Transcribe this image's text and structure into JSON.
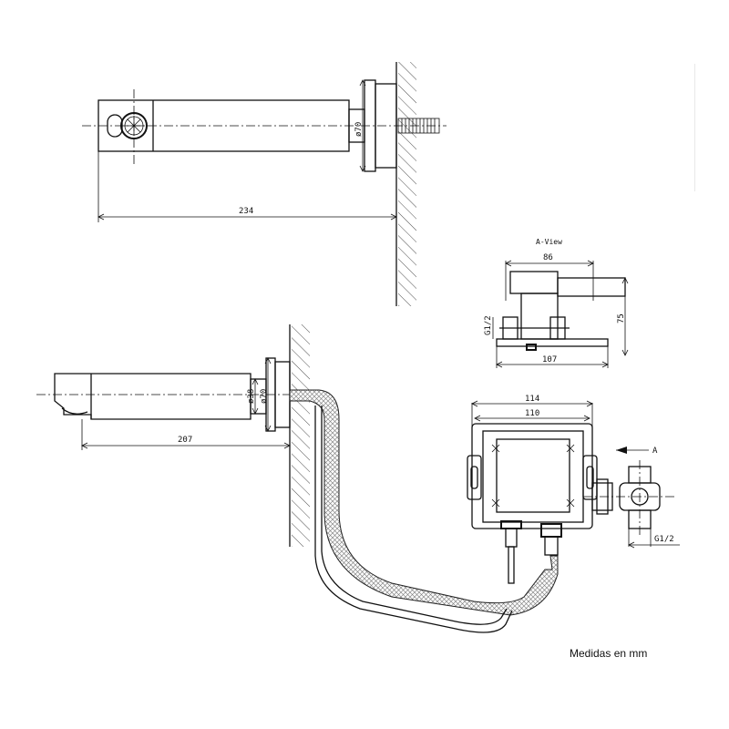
{
  "dimensions": {
    "top_length": "234",
    "top_diameter": "ø70",
    "side_length": "207",
    "side_diameter_inner": "ø38",
    "side_diameter_outer": "ø70",
    "view_label": "A-View",
    "view_width_top": "86",
    "view_height": "75",
    "view_width_bottom": "107",
    "view_thread": "G1/2",
    "box_width_outer": "114",
    "box_width_inner": "110",
    "arrow_label": "A",
    "inlet_thread": "G1/2"
  },
  "caption": "Medidas en mm"
}
